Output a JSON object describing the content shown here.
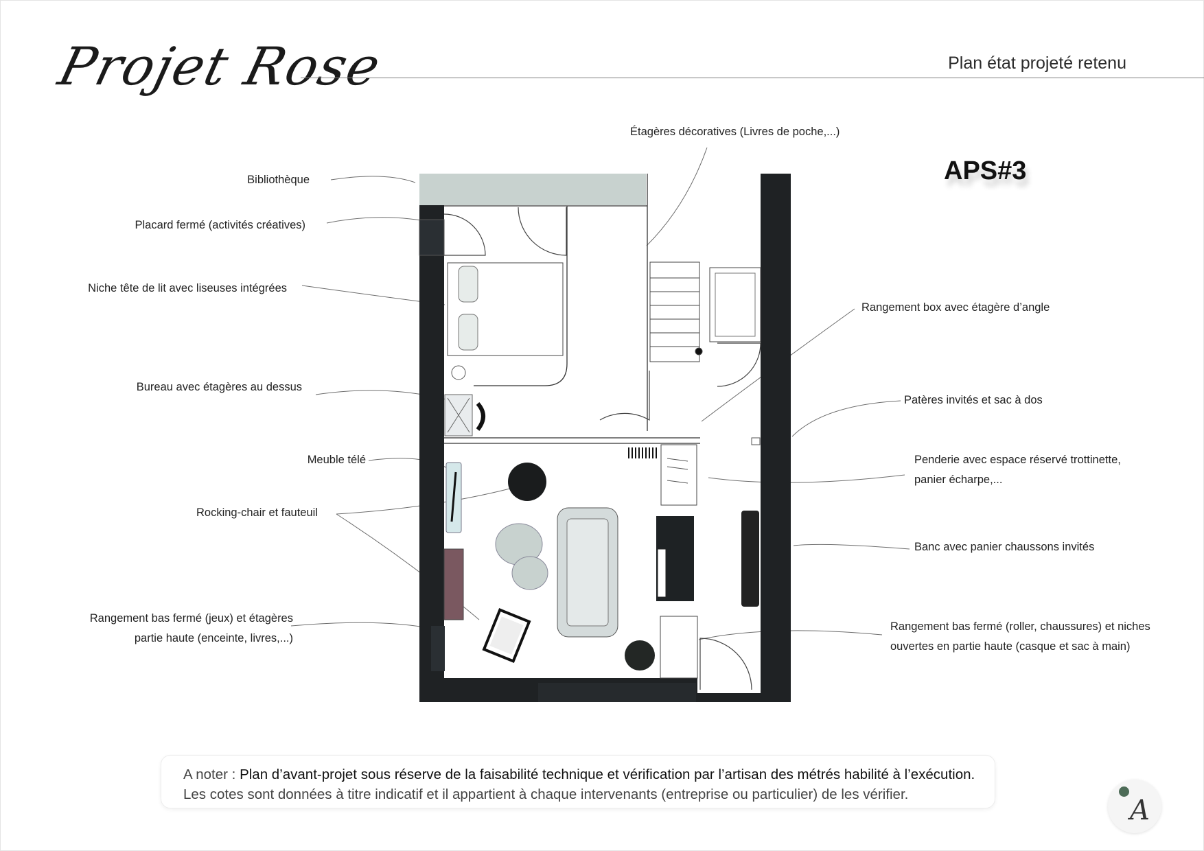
{
  "header": {
    "project_title": "Projet Rose",
    "subtitle": "Plan état projeté retenu"
  },
  "variant_code": "APS#3",
  "annotations": {
    "left": [
      {
        "lines": [
          "Bibliothèque"
        ]
      },
      {
        "lines": [
          "Placard fermé (activités créatives)"
        ]
      },
      {
        "lines": [
          "Niche tête de lit avec liseuses intégrées"
        ]
      },
      {
        "lines": [
          "Bureau avec étagères au dessus"
        ]
      },
      {
        "lines": [
          "Meuble télé"
        ]
      },
      {
        "lines": [
          "Rocking-chair et fauteuil"
        ]
      },
      {
        "lines": [
          "Rangement bas fermé (jeux) et étagères",
          "partie haute (enceinte, livres,...)"
        ]
      }
    ],
    "top": {
      "lines": [
        "Étagères décoratives (Livres de poche,...)"
      ]
    },
    "right": [
      {
        "lines": [
          "Rangement box avec étagère d’angle"
        ]
      },
      {
        "lines": [
          "Patères invités et sac à dos"
        ]
      },
      {
        "lines": [
          "Penderie avec espace réservé trottinette,",
          "panier écharpe,..."
        ]
      },
      {
        "lines": [
          "Banc avec panier chaussons invités"
        ]
      },
      {
        "lines": [
          "Rangement bas fermé (roller, chaussures) et niches",
          "ouvertes en partie haute (casque et sac à main)"
        ]
      }
    ]
  },
  "note": {
    "prefix": "A noter : ",
    "emphasis": "Plan d’avant-projet sous réserve de la faisabilité technique et vérification par l’artisan des métrés habilité à l’exécution.",
    "line2": "Les cotes sont données à titre indicatif et il appartient à chaque intervenants (entreprise ou particulier) de les vérifier."
  },
  "brand": {
    "mark_letter": "A",
    "mark_dot_color": "#4d6b57"
  },
  "colors": {
    "wall": "#1f2224",
    "wall_dark": "#2a2f33",
    "furniture_fill": "#c8d2cf",
    "light_blue": "#d5e8ea",
    "storage_red": "#7a5860",
    "line": "#666666"
  }
}
